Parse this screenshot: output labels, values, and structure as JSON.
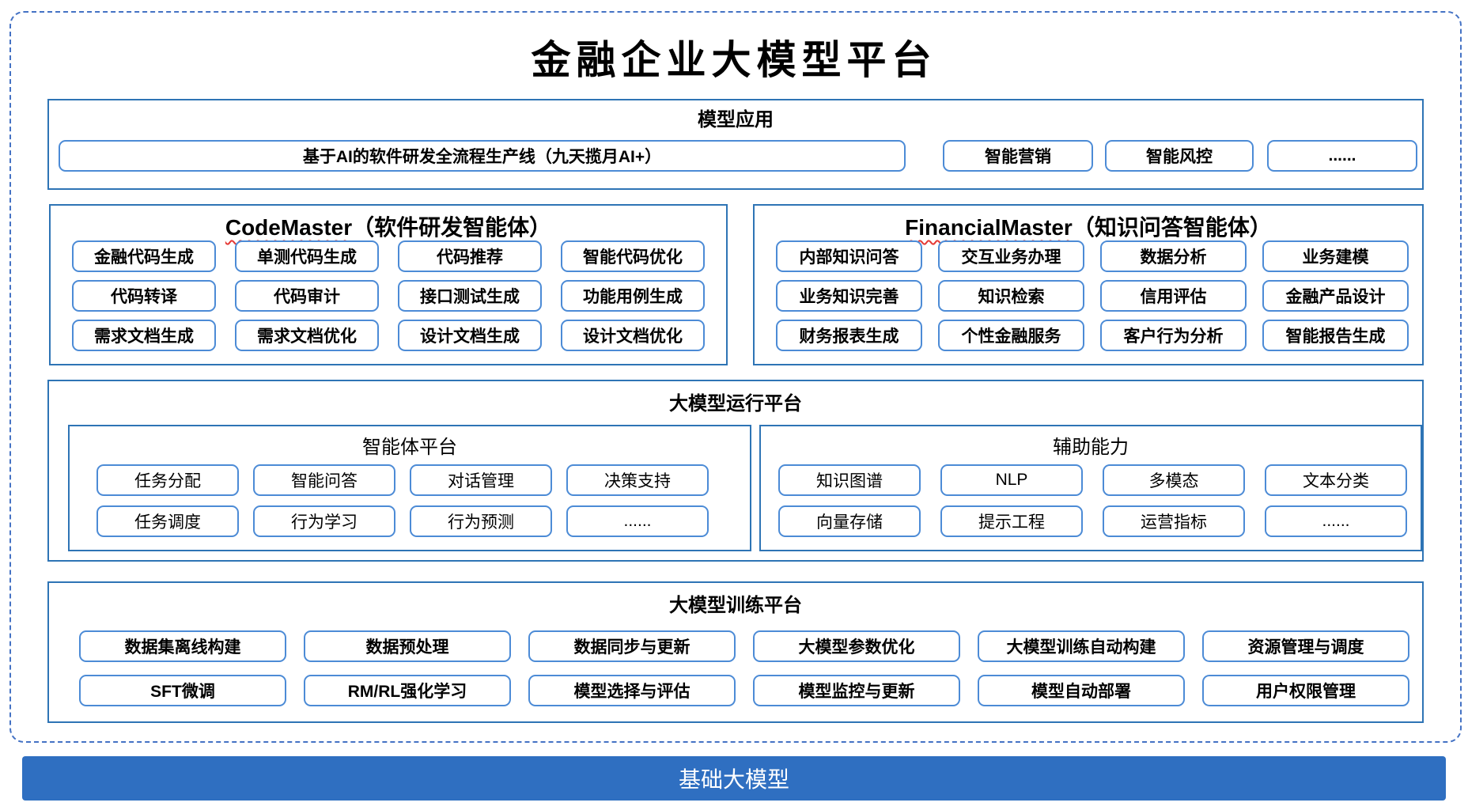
{
  "title": "金融企业大模型平台",
  "colors": {
    "panel_border": "#2E74B5",
    "item_border": "#4C8BD6",
    "outer_dashed_border": "#4472C4",
    "foundation_bar": "#2F6FC1",
    "spellcheck_underline": "#E53935"
  },
  "model_app": {
    "header": "模型应用",
    "pipeline_item": "基于AI的软件研发全流程生产线（九天揽月AI+）",
    "items": [
      "智能营销",
      "智能风控",
      "......"
    ]
  },
  "code_master": {
    "title_en": "CodeMaster",
    "title_zh": "（软件研发智能体）",
    "items": [
      "金融代码生成",
      "单测代码生成",
      "代码推荐",
      "智能代码优化",
      "代码转译",
      "代码审计",
      "接口测试生成",
      "功能用例生成",
      "需求文档生成",
      "需求文档优化",
      "设计文档生成",
      "设计文档优化"
    ]
  },
  "financial_master": {
    "title_en": "FinancialMaster",
    "title_zh": "（知识问答智能体）",
    "items": [
      "内部知识问答",
      "交互业务办理",
      "数据分析",
      "业务建模",
      "业务知识完善",
      "知识检索",
      "信用评估",
      "金融产品设计",
      "财务报表生成",
      "个性金融服务",
      "客户行为分析",
      "智能报告生成"
    ]
  },
  "runtime": {
    "header": "大模型运行平台",
    "agent_platform": {
      "header": "智能体平台",
      "items": [
        "任务分配",
        "智能问答",
        "对话管理",
        "决策支持",
        "任务调度",
        "行为学习",
        "行为预测",
        "......"
      ]
    },
    "aux_capabilities": {
      "header": "辅助能力",
      "items": [
        "知识图谱",
        "NLP",
        "多模态",
        "文本分类",
        "向量存储",
        "提示工程",
        "运营指标",
        "......"
      ]
    }
  },
  "training": {
    "header": "大模型训练平台",
    "items": [
      "数据集离线构建",
      "数据预处理",
      "数据同步与更新",
      "大模型参数优化",
      "大模型训练自动构建",
      "资源管理与调度",
      "SFT微调",
      "RM/RL强化学习",
      "模型选择与评估",
      "模型监控与更新",
      "模型自动部署",
      "用户权限管理"
    ]
  },
  "foundation": {
    "label": "基础大模型"
  }
}
